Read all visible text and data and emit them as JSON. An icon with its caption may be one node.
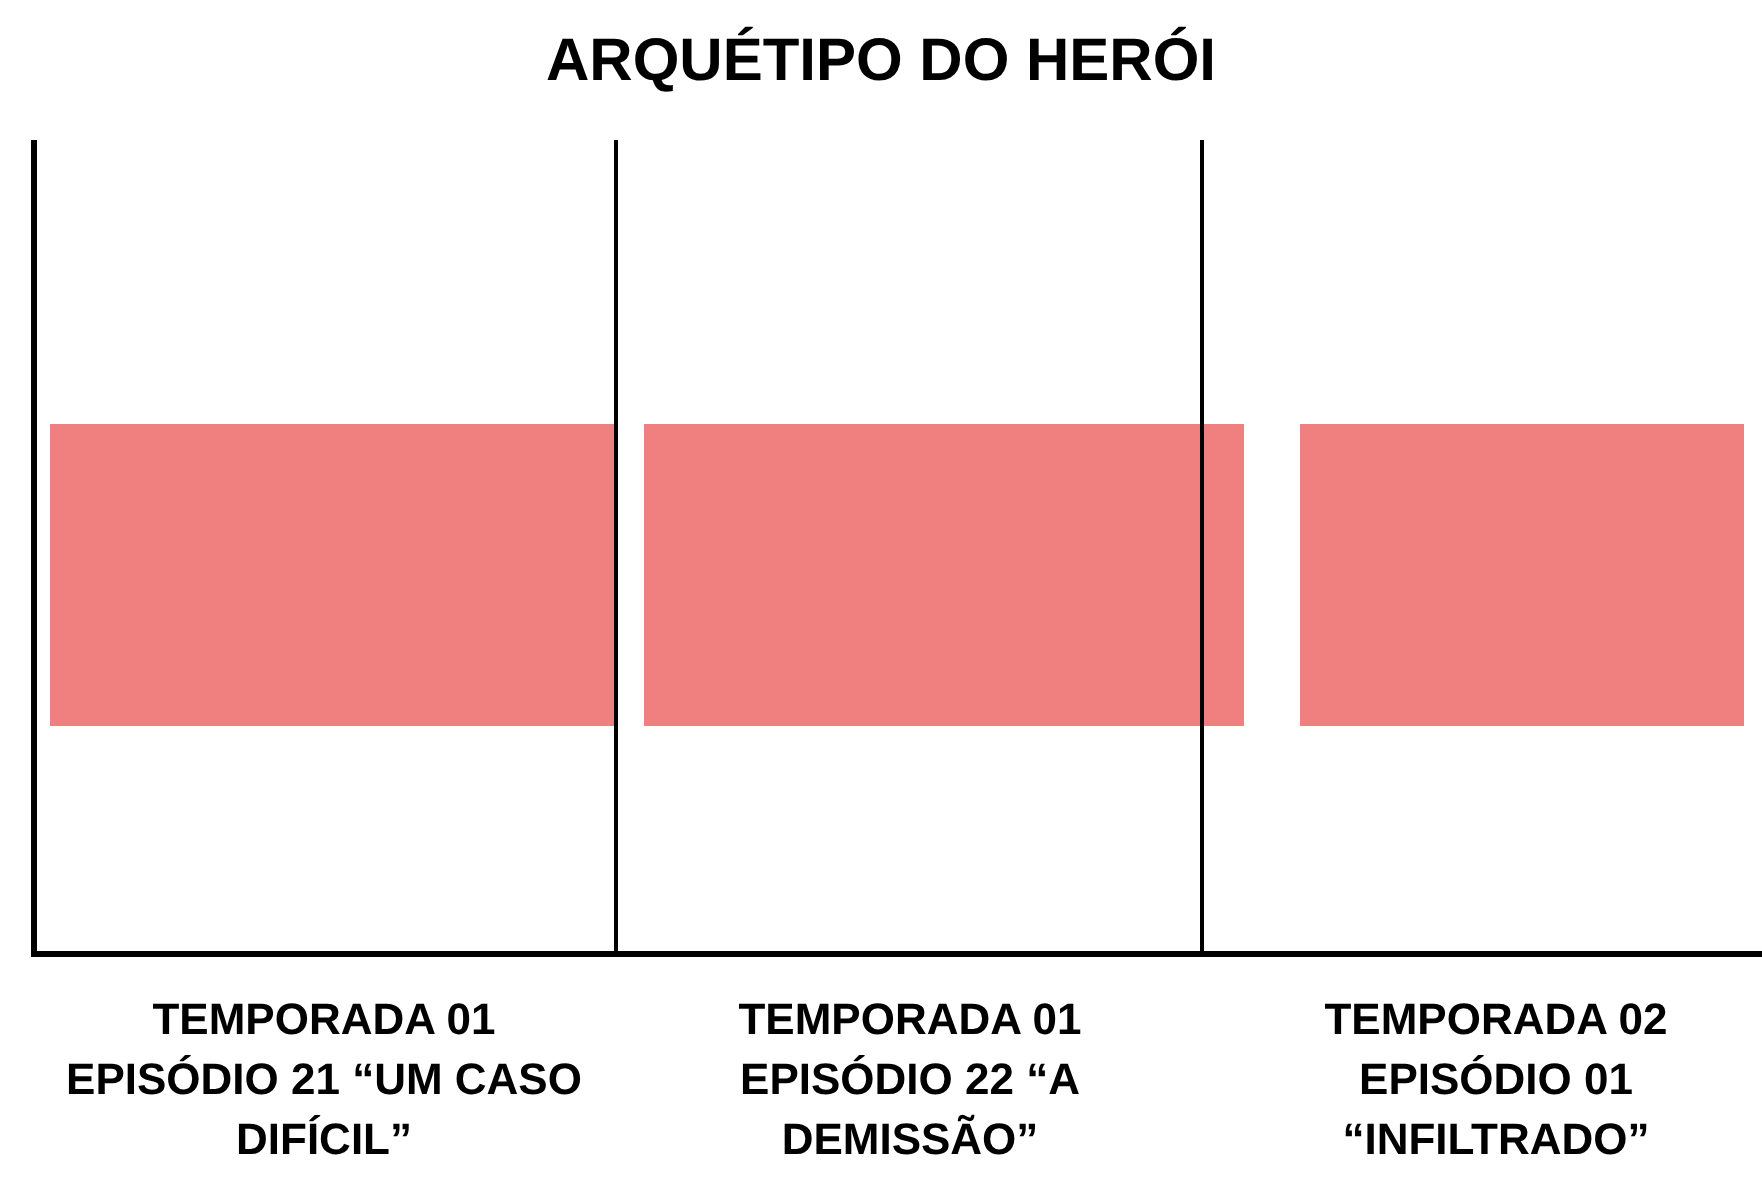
{
  "diagram": {
    "title": "ARQUÉTIPO DO HERÓI",
    "nodes": [
      {
        "text": [],
        "shape": "bar"
      },
      {
        "text": [],
        "shape": "bar"
      },
      {
        "text": [],
        "shape": "bar"
      }
    ],
    "edges": [],
    "labels": [
      "TEMPORADA 01 EPISÓDIO 21 “UM CASO DIFÍCIL”",
      "TEMPORADA 01 EPISÓDIO 22 “A DEMISSÃO”",
      "TEMPORADA 02 EPISÓDIO 01 “INFILTRADO”"
    ]
  }
}
